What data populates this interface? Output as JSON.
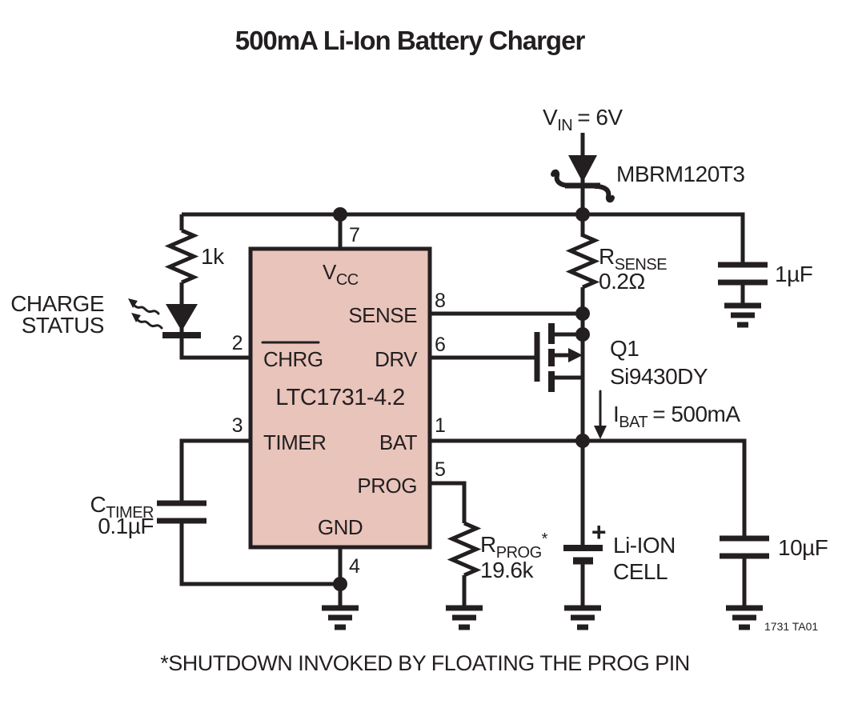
{
  "title": "500mA Li-Ion Battery Charger",
  "footnote": "*SHUTDOWN INVOKED BY FLOATING THE PROG PIN",
  "figure_id": "1731 TA01",
  "colors": {
    "line": "#231f20",
    "ic_fill": "#e9c4bb"
  },
  "ic": {
    "part": "LTC1731-4.2",
    "pins": {
      "vcc": {
        "name_main": "V",
        "name_sub": "CC",
        "number": "7"
      },
      "sense": {
        "name": "SENSE",
        "number": "8"
      },
      "drv": {
        "name": "DRV",
        "number": "6"
      },
      "chrg": {
        "name": "CHRG",
        "number": "2"
      },
      "timer": {
        "name": "TIMER",
        "number": "3"
      },
      "bat": {
        "name": "BAT",
        "number": "1"
      },
      "prog": {
        "name": "PROG",
        "number": "5"
      },
      "gnd": {
        "name": "GND",
        "number": "4"
      }
    }
  },
  "components": {
    "input_supply": {
      "main": "V",
      "sub": "IN",
      "rest": "= 6V"
    },
    "input_diode": {
      "part": "MBRM120T3"
    },
    "r_sense": {
      "main": "R",
      "sub": "SENSE",
      "value": "0.2Ω"
    },
    "q1": {
      "ref": "Q1",
      "part": "Si9430DY"
    },
    "i_bat": {
      "main": "I",
      "sub": "BAT",
      "rest": "= 500mA"
    },
    "r_led": {
      "value": "1k"
    },
    "led": {
      "line1": "CHARGE",
      "line2": "STATUS"
    },
    "c_timer": {
      "main": "C",
      "sub": "TIMER",
      "value": "0.1µF"
    },
    "r_prog": {
      "main": "R",
      "sub": "PROG",
      "star": "*",
      "value": "19.6k"
    },
    "battery": {
      "plus": "+",
      "line1": "Li-ION",
      "line2": "CELL"
    },
    "c_in": {
      "value": "1µF"
    },
    "c_out": {
      "value": "10µF"
    }
  }
}
